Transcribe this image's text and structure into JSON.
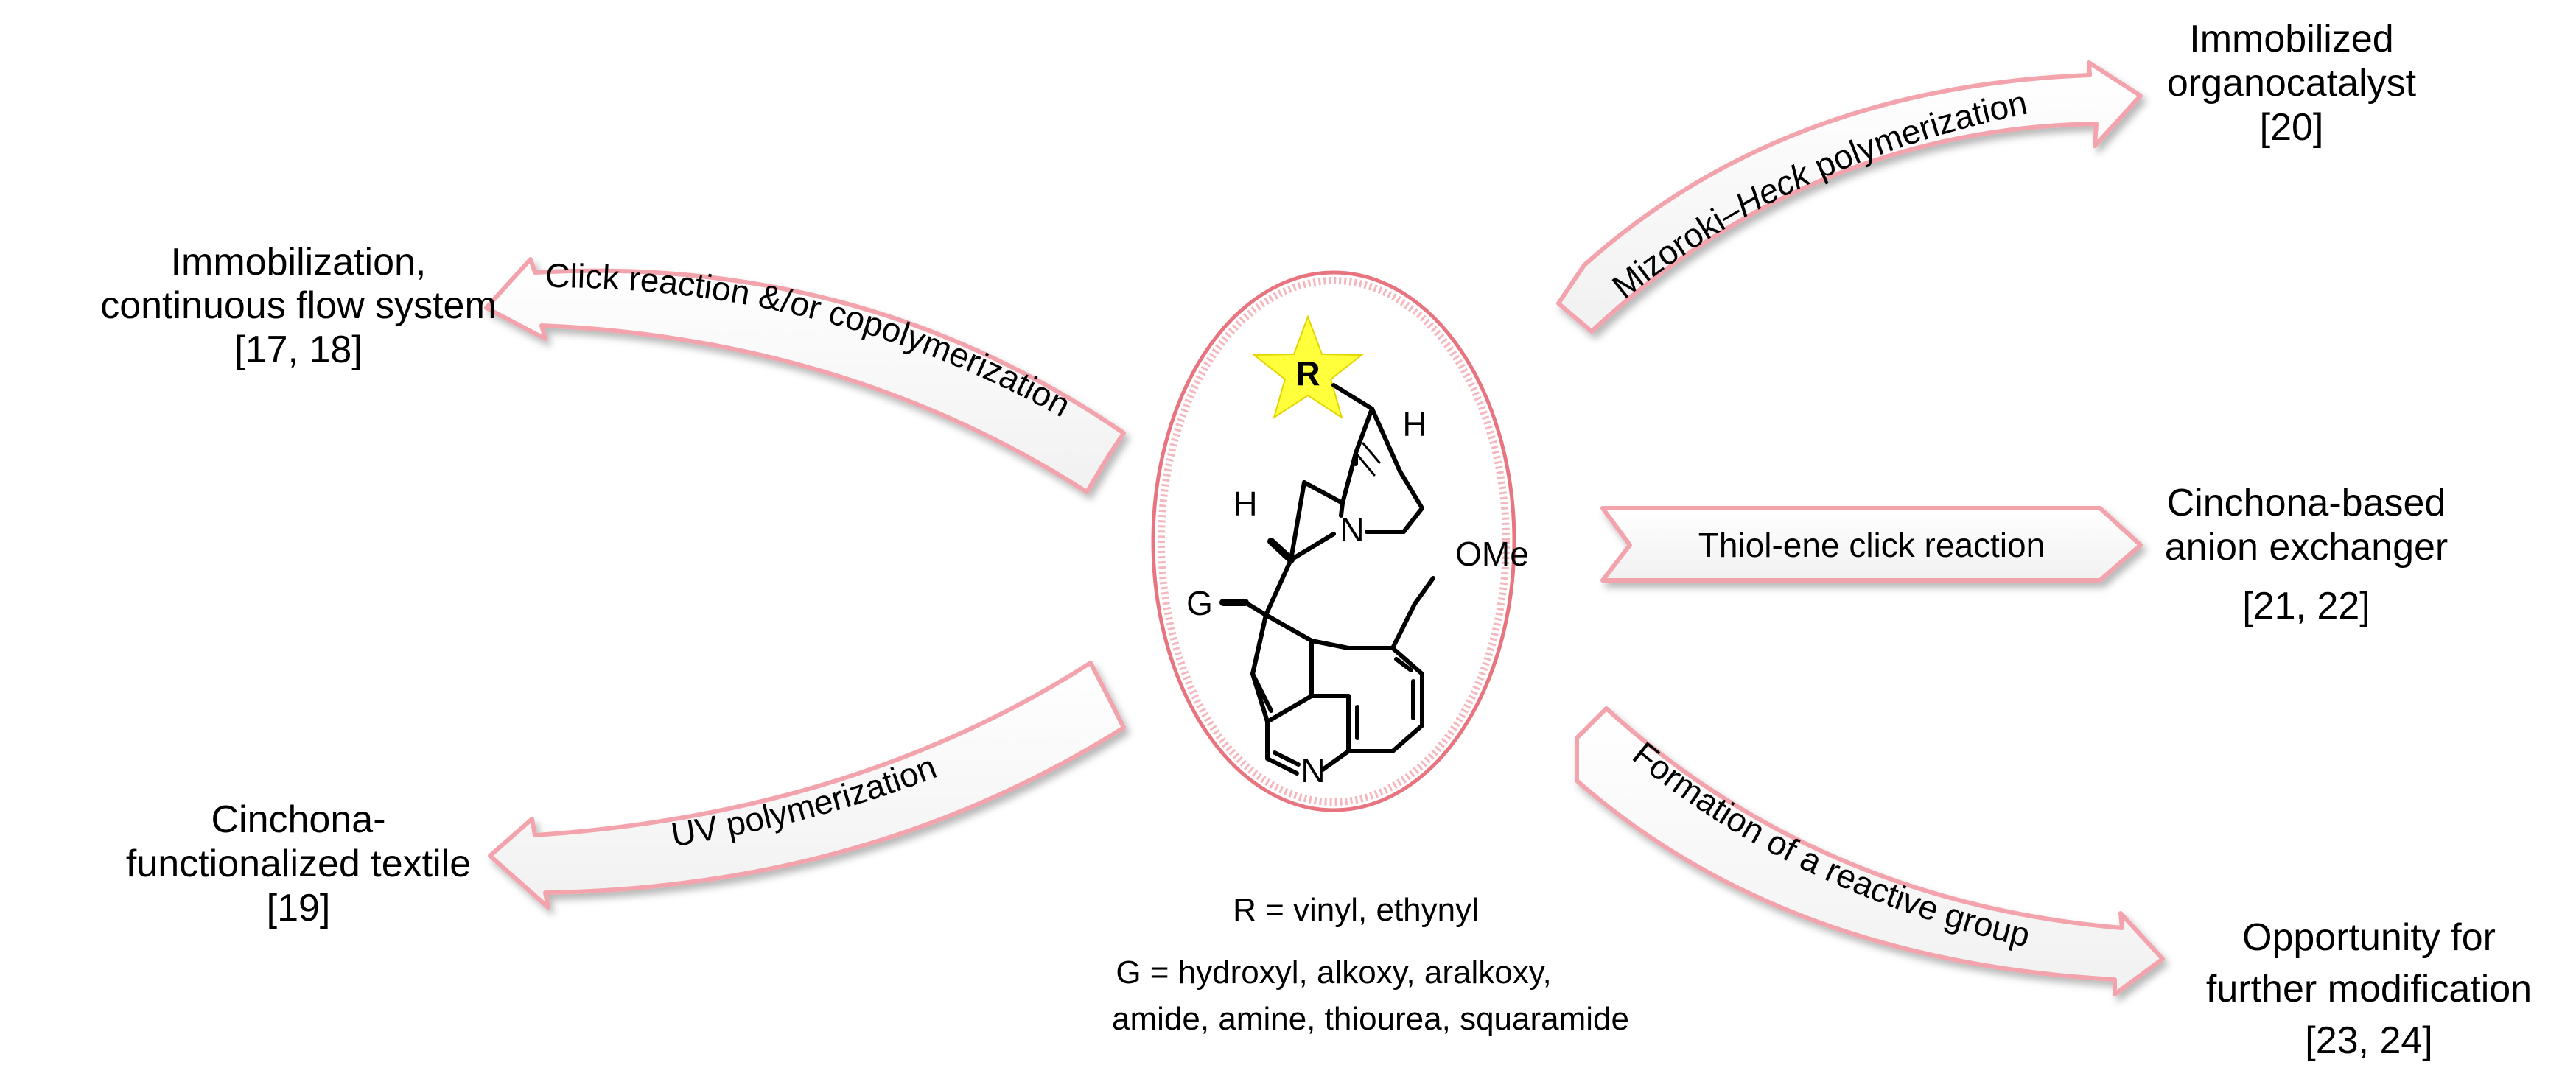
{
  "center": {
    "r_group": "R",
    "atoms": {
      "n_bridge": "N",
      "n_quinoline": "N",
      "h_top": "H",
      "h_left": "H",
      "g": "G",
      "ome": "OMe"
    },
    "note_r": "R = vinyl, ethynyl",
    "note_g_line1": "G = hydroxyl, alkoxy, aralkoxy,",
    "note_g_line2": "amide, amine, thiourea, squaramide"
  },
  "arrows": {
    "click": "Click reaction &/or copolymerization",
    "uv": "UV polymerization",
    "heck_prefix": "Mizoroki–",
    "heck_italic": "Heck",
    "heck_suffix": " polymerization",
    "thiol": "Thiol-ene click reaction",
    "formation": "Formation of a reactive group"
  },
  "outcomes": {
    "immob_flow": {
      "line1": "Immobilization,",
      "line2": "continuous flow system",
      "ref": "[17, 18]"
    },
    "textile": {
      "line1": "Cinchona-",
      "line2": "functionalized textile",
      "ref": "[19]"
    },
    "organocat": {
      "line1": "Immobilized",
      "line2": "organocatalyst",
      "ref": "[20]"
    },
    "anion": {
      "line1": "Cinchona-based",
      "line2": "anion exchanger",
      "ref": "[21, 22]"
    },
    "modif": {
      "line1": "Opportunity for",
      "line2": "further modification",
      "ref": "[23, 24]"
    }
  },
  "colors": {
    "arrow_stroke": "#f2a3ac",
    "circle_stroke": "#e8747f",
    "star": "#ffff3b",
    "r_text": "#e0117a"
  }
}
